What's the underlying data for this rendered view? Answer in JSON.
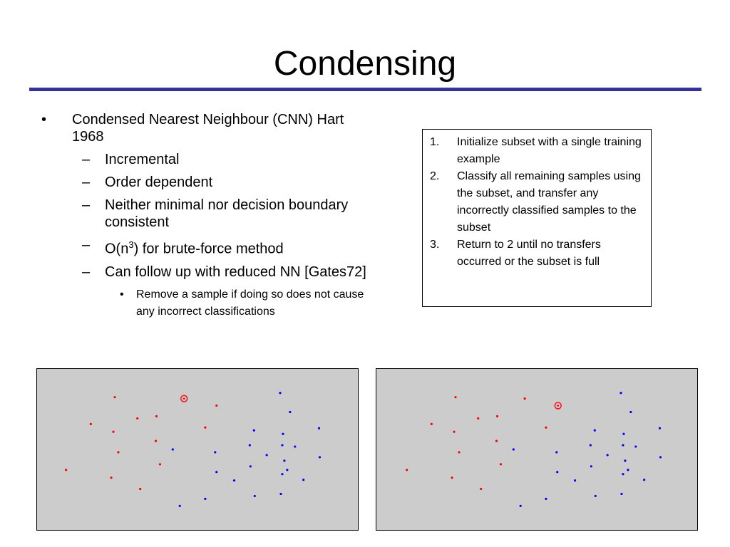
{
  "slide": {
    "title": "Condensing",
    "bullets": [
      {
        "level": 1,
        "mark": "•",
        "text": "Condensed Nearest Neighbour (CNN) Hart 1968"
      },
      {
        "level": 2,
        "mark": "–",
        "text": "Incremental"
      },
      {
        "level": 2,
        "mark": "–",
        "text": "Order dependent"
      },
      {
        "level": 2,
        "mark": "–",
        "text": "Neither minimal nor decision boundary consistent"
      },
      {
        "level": 2,
        "mark": "–",
        "text": "O(n",
        "sup": "3",
        "after": ") for brute-force method"
      },
      {
        "level": 2,
        "mark": "–",
        "text": "Can follow up with reduced NN [Gates72]"
      },
      {
        "level": 3,
        "mark": "•",
        "text": "Remove a sample if doing so does not cause any incorrect classifications"
      }
    ],
    "steps": [
      {
        "num": "1.",
        "text": "Initialize subset with a single training example"
      },
      {
        "num": "2.",
        "text": "Classify all remaining samples using the subset, and transfer any incorrectly classified samples to the subset"
      },
      {
        "num": "3.",
        "text": "Return to 2 until no transfers occurred or the subset is full"
      }
    ]
  },
  "colors": {
    "rule": "#333399",
    "plot_bg": "#cccccc",
    "class_red": "#ff0000",
    "class_blue": "#0000ff"
  },
  "chart_data": [
    {
      "type": "scatter",
      "xlim": [
        0,
        452
      ],
      "ylim": [
        0,
        228
      ],
      "series": [
        {
          "color": "#ff0000",
          "points": [
            [
              109,
              40
            ],
            [
              253,
              52
            ],
            [
              75,
              78
            ],
            [
              141,
              70
            ],
            [
              168,
              67
            ],
            [
              107,
              89
            ],
            [
              237,
              83
            ],
            [
              167,
              102
            ],
            [
              114,
              118
            ],
            [
              173,
              135
            ],
            [
              40,
              143
            ],
            [
              104,
              154
            ],
            [
              145,
              170
            ]
          ]
        },
        {
          "color": "#0000ff",
          "points": [
            [
              343,
              34
            ],
            [
              357,
              61
            ],
            [
              398,
              84
            ],
            [
              306,
              87
            ],
            [
              347,
              92
            ],
            [
              191,
              114
            ],
            [
              251,
              118
            ],
            [
              300,
              108
            ],
            [
              346,
              108
            ],
            [
              364,
              110
            ],
            [
              324,
              122
            ],
            [
              399,
              125
            ],
            [
              301,
              138
            ],
            [
              349,
              130
            ],
            [
              353,
              143
            ],
            [
              253,
              146
            ],
            [
              346,
              149
            ],
            [
              278,
              158
            ],
            [
              376,
              157
            ],
            [
              307,
              180
            ],
            [
              344,
              177
            ],
            [
              237,
              184
            ],
            [
              201,
              194
            ]
          ]
        },
        {
          "color": "#ff0000",
          "marker": "circled",
          "points": [
            [
              207,
              42
            ]
          ]
        }
      ]
    },
    {
      "type": "scatter",
      "xlim": [
        0,
        452
      ],
      "ylim": [
        0,
        228
      ],
      "series": [
        {
          "color": "#ff0000",
          "points": [
            [
              111,
              40
            ],
            [
              209,
              42
            ],
            [
              77,
              78
            ],
            [
              143,
              70
            ],
            [
              170,
              67
            ],
            [
              109,
              89
            ],
            [
              239,
              83
            ],
            [
              169,
              102
            ],
            [
              116,
              118
            ],
            [
              175,
              135
            ],
            [
              42,
              143
            ],
            [
              106,
              154
            ],
            [
              147,
              170
            ]
          ]
        },
        {
          "color": "#0000ff",
          "points": [
            [
              345,
              34
            ],
            [
              359,
              61
            ],
            [
              400,
              84
            ],
            [
              308,
              87
            ],
            [
              349,
              92
            ],
            [
              193,
              114
            ],
            [
              254,
              118
            ],
            [
              302,
              108
            ],
            [
              348,
              108
            ],
            [
              366,
              110
            ],
            [
              326,
              122
            ],
            [
              401,
              125
            ],
            [
              303,
              138
            ],
            [
              351,
              130
            ],
            [
              355,
              143
            ],
            [
              255,
              146
            ],
            [
              348,
              149
            ],
            [
              280,
              158
            ],
            [
              378,
              157
            ],
            [
              309,
              180
            ],
            [
              346,
              177
            ],
            [
              239,
              184
            ],
            [
              203,
              194
            ]
          ]
        },
        {
          "color": "#ff0000",
          "marker": "circled",
          "points": [
            [
              256,
              52
            ]
          ]
        }
      ]
    }
  ]
}
